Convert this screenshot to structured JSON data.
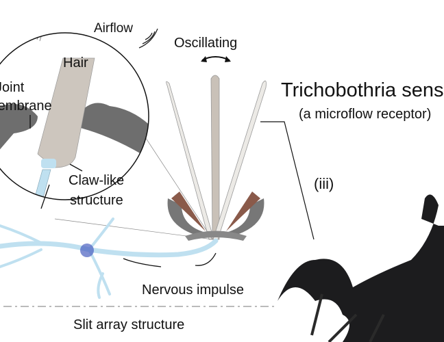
{
  "labels": {
    "airflow": "Airflow",
    "oscillating": "Oscillating",
    "hair": "Hair",
    "joint_membrane_line1": "Joint",
    "joint_membrane_line2": "membrane",
    "claw_like_line1": "Claw-like",
    "claw_like_line2": "structure",
    "title": "Trichobothria sensor",
    "subtitle": "(a microflow receptor)",
    "panel_number": "(iii)",
    "nervous_impulse": "Nervous impulse",
    "slit_array": "Slit array structure"
  },
  "colors": {
    "hair": "#cdc6be",
    "membrane": "#6e6e6e",
    "neuron": "#bfe0f0",
    "nucleus": "#4a5fc0",
    "claw": "#8a5a4a"
  }
}
